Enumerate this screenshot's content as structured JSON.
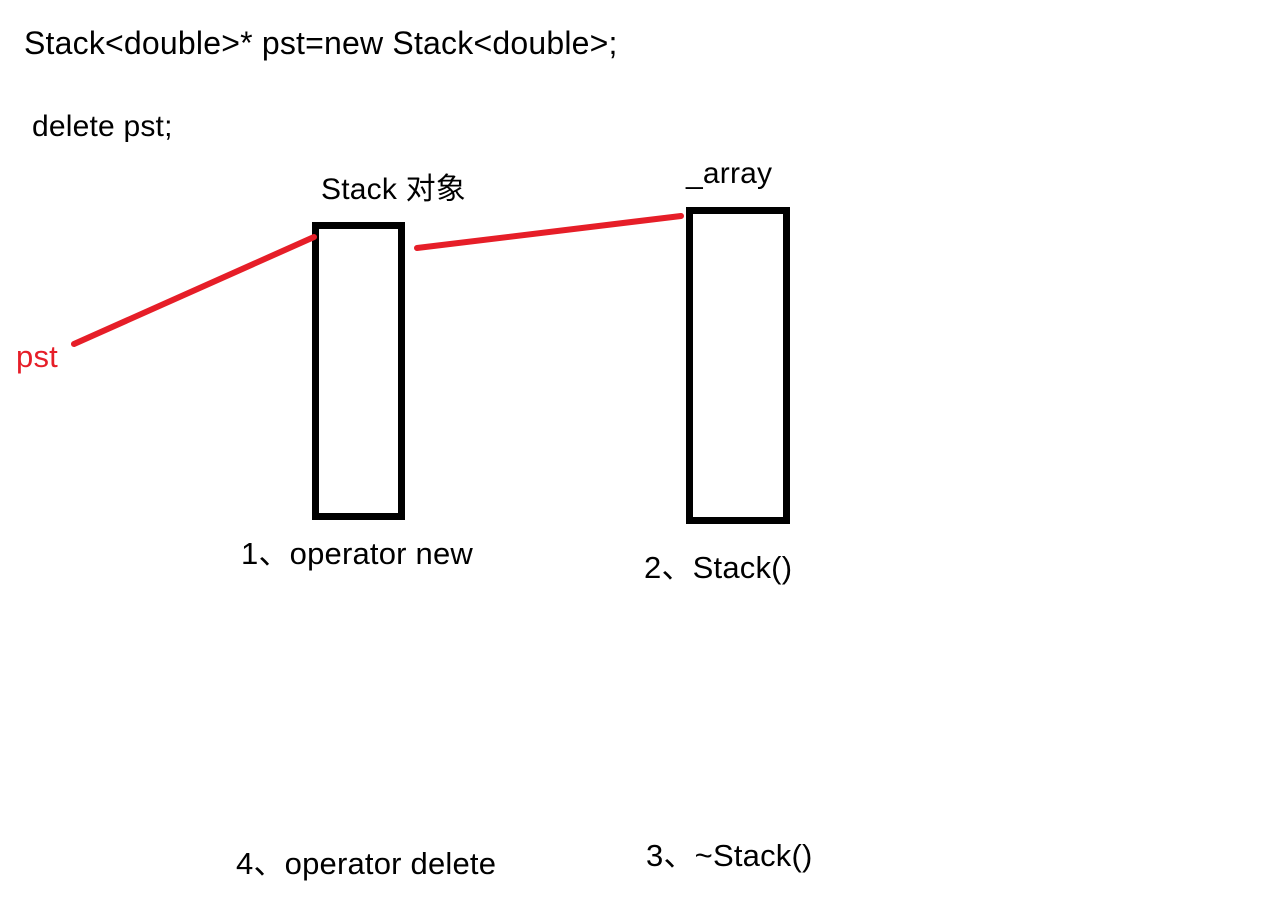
{
  "colors": {
    "ink": "#000000",
    "annotation_red": "#e61e28",
    "background": "#ffffff"
  },
  "code": {
    "line1": "Stack<double>* pst=new Stack<double>;",
    "line2": "delete pst;"
  },
  "diagram": {
    "stack_object_label": "Stack 对象",
    "array_label": "_array",
    "pointer_label": "pst"
  },
  "steps": [
    {
      "label": "1、operator new"
    },
    {
      "label": "2、Stack()"
    },
    {
      "label": "3、~Stack()"
    },
    {
      "label": "4、operator delete"
    }
  ]
}
